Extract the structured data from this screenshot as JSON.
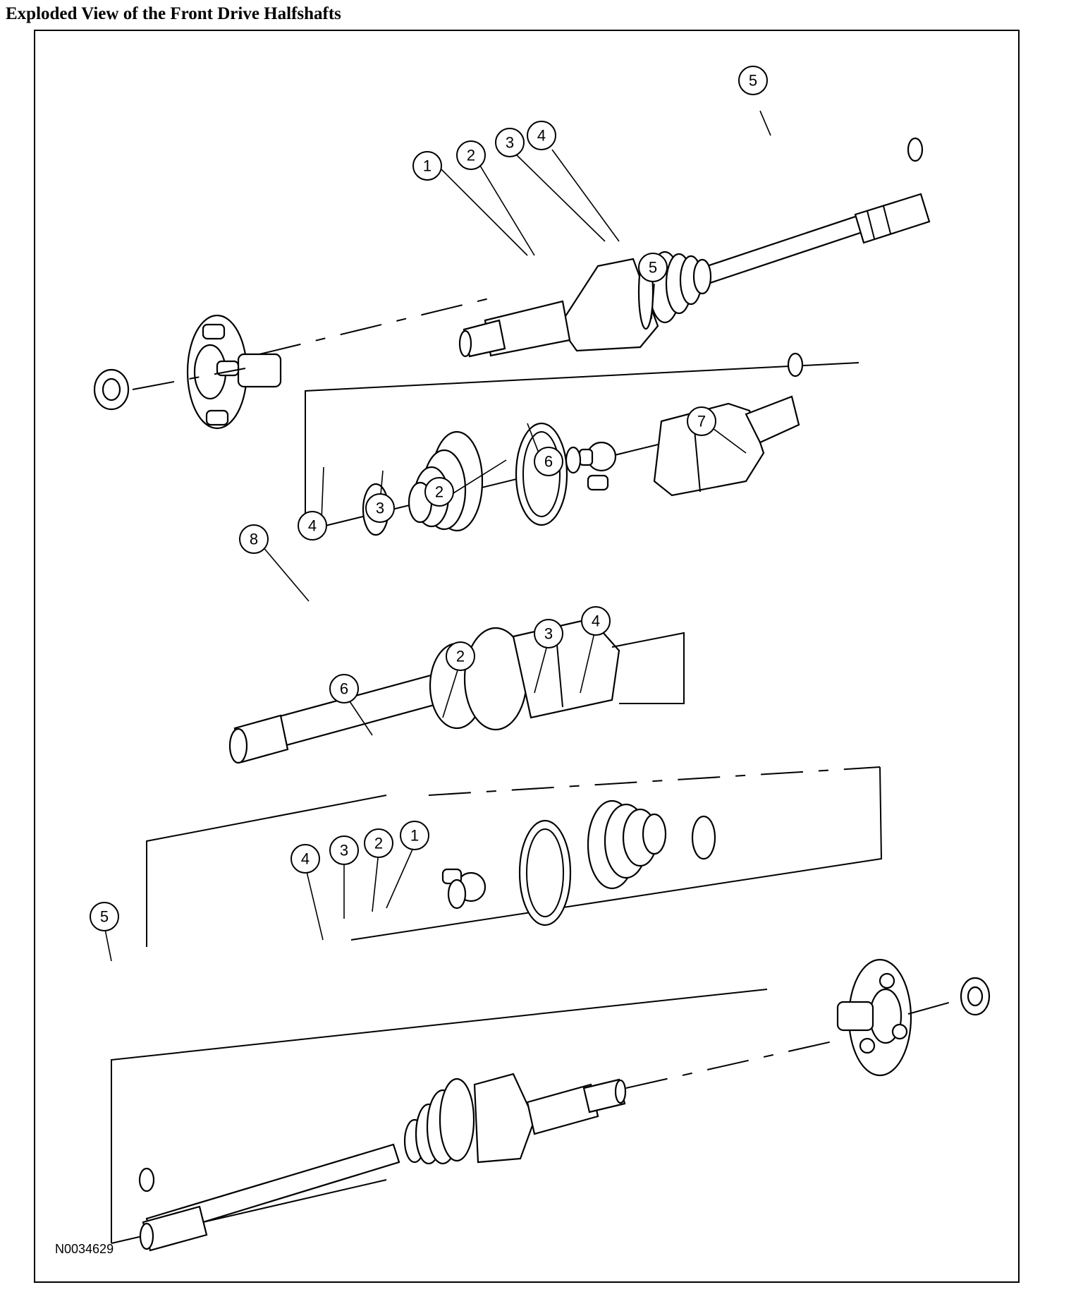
{
  "title": "Exploded View of the Front Drive Halfshafts",
  "figure_id": "N0034629",
  "callouts": [
    {
      "label": "1"
    },
    {
      "label": "2"
    },
    {
      "label": "3"
    },
    {
      "label": "4"
    },
    {
      "label": "5"
    },
    {
      "label": "5"
    },
    {
      "label": "7"
    },
    {
      "label": "6"
    },
    {
      "label": "2"
    },
    {
      "label": "3"
    },
    {
      "label": "4"
    },
    {
      "label": "8"
    },
    {
      "label": "3"
    },
    {
      "label": "4"
    },
    {
      "label": "2"
    },
    {
      "label": "6"
    },
    {
      "label": "1"
    },
    {
      "label": "2"
    },
    {
      "label": "3"
    },
    {
      "label": "4"
    },
    {
      "label": "5"
    }
  ]
}
